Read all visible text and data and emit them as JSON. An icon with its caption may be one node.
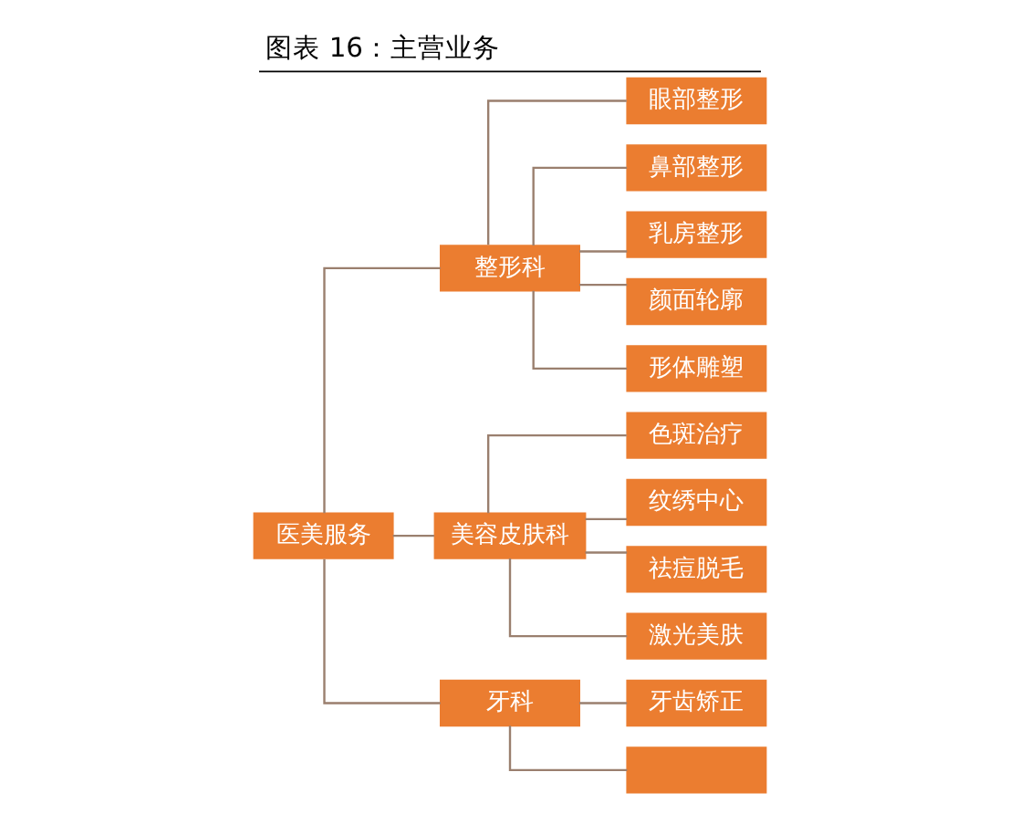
{
  "diagram": {
    "title": "图表 16：主营业务",
    "nodes": [
      {
        "text": [
          "医美服务"
        ]
      },
      {
        "text": [
          "整形科"
        ]
      },
      {
        "text": [
          "眼部整形"
        ]
      },
      {
        "text": [
          "鼻部整形"
        ]
      },
      {
        "text": [
          "乳房整形"
        ]
      },
      {
        "text": [
          "颜面轮廓"
        ]
      },
      {
        "text": [
          "形体雕塑"
        ]
      },
      {
        "text": [
          "美容皮肤科"
        ]
      },
      {
        "text": [
          "色斑治疗"
        ]
      },
      {
        "text": [
          "纹绣中心"
        ]
      },
      {
        "text": [
          "祛痘脱毛"
        ]
      },
      {
        "text": [
          "激光美肤"
        ]
      },
      {
        "text": [
          "牙科"
        ]
      },
      {
        "text": [
          "牙齿矫正"
        ]
      },
      {
        "text": [],
        "shape": "box"
      }
    ],
    "edges": [
      {
        "from": 0,
        "to": 1,
        "arrow": "none"
      },
      {
        "from": 0,
        "to": 7,
        "arrow": "none"
      },
      {
        "from": 0,
        "to": 12,
        "arrow": "none"
      },
      {
        "from": 1,
        "to": 2,
        "arrow": "none"
      },
      {
        "from": 1,
        "to": 3,
        "arrow": "none"
      },
      {
        "from": 1,
        "to": 4,
        "arrow": "none"
      },
      {
        "from": 1,
        "to": 5,
        "arrow": "none"
      },
      {
        "from": 1,
        "to": 6,
        "arrow": "none"
      },
      {
        "from": 7,
        "to": 8,
        "arrow": "none"
      },
      {
        "from": 7,
        "to": 9,
        "arrow": "none"
      },
      {
        "from": 7,
        "to": 10,
        "arrow": "none"
      },
      {
        "from": 7,
        "to": 11,
        "arrow": "none"
      },
      {
        "from": 12,
        "to": 13,
        "arrow": "none"
      },
      {
        "from": 12,
        "to": 14,
        "arrow": "none"
      }
    ]
  }
}
